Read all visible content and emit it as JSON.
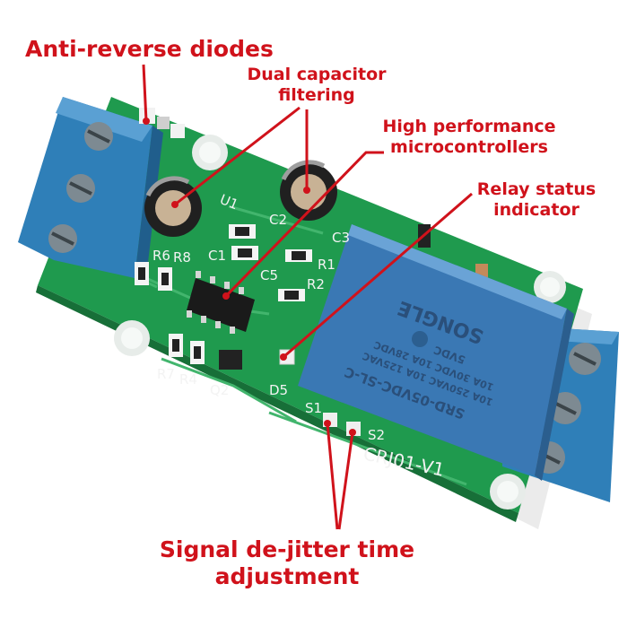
{
  "callouts": {
    "anti_reverse_diodes": "Anti-reverse diodes",
    "dual_capacitor_line1": "Dual capacitor",
    "dual_capacitor_line2": "filtering",
    "mcu_line1": "High performance",
    "mcu_line2": "microcontrollers",
    "relay_line1": "Relay status",
    "relay_line2": "indicator",
    "jitter_line1": "Signal de-jitter time",
    "jitter_line2": "adjustment"
  },
  "silkscreen": {
    "u1": "U1",
    "c1": "C1",
    "c2": "C2",
    "c3": "C3",
    "c5": "C5",
    "r1": "R1",
    "r2": "R2",
    "r6": "R6",
    "r8": "R8",
    "r7": "R7",
    "r4": "R4",
    "q2": "Q2",
    "d5": "D5",
    "s1": "S1",
    "s2": "S2",
    "board_id": "CRJ01-V1"
  },
  "relay_print": {
    "brand": "SONGLE",
    "model": "SRD-05VDC-SL-C",
    "rating1": "10A 250VAC 10A 125VAC",
    "rating2": "10A 30VDC 10A 28VDC",
    "voltage": "5VDC"
  },
  "colors": {
    "callout_text": "#d0121b",
    "leader_line": "#d0121b",
    "pcb_green": "#1f9a4e",
    "terminal_blue": "#2f7fb8",
    "relay_blue": "#3a78b4"
  }
}
